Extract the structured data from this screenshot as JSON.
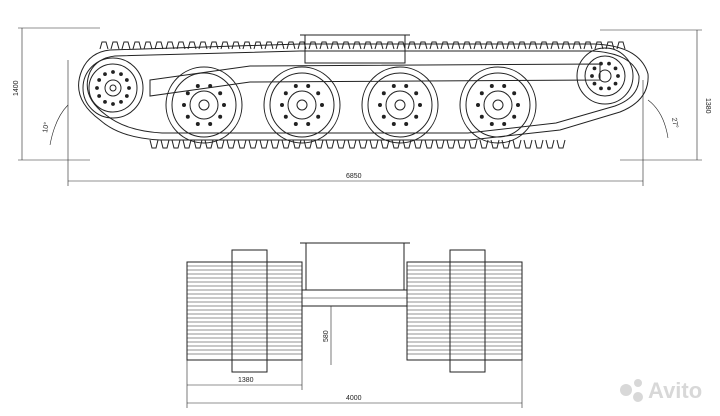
{
  "side_view": {
    "dims": {
      "overall_length": "6850",
      "height_left": "1400",
      "height_right": "1380",
      "angle_left": "10°",
      "angle_right": "27°"
    },
    "wheel_count": 4
  },
  "top_view": {
    "dims": {
      "overall_width": "4000",
      "track_width": "1380",
      "frame_depth": "580"
    }
  },
  "watermark": {
    "brand": "Avito"
  },
  "colors": {
    "line": "#222222",
    "background": "#ffffff",
    "watermark": "#d8d8d8"
  }
}
